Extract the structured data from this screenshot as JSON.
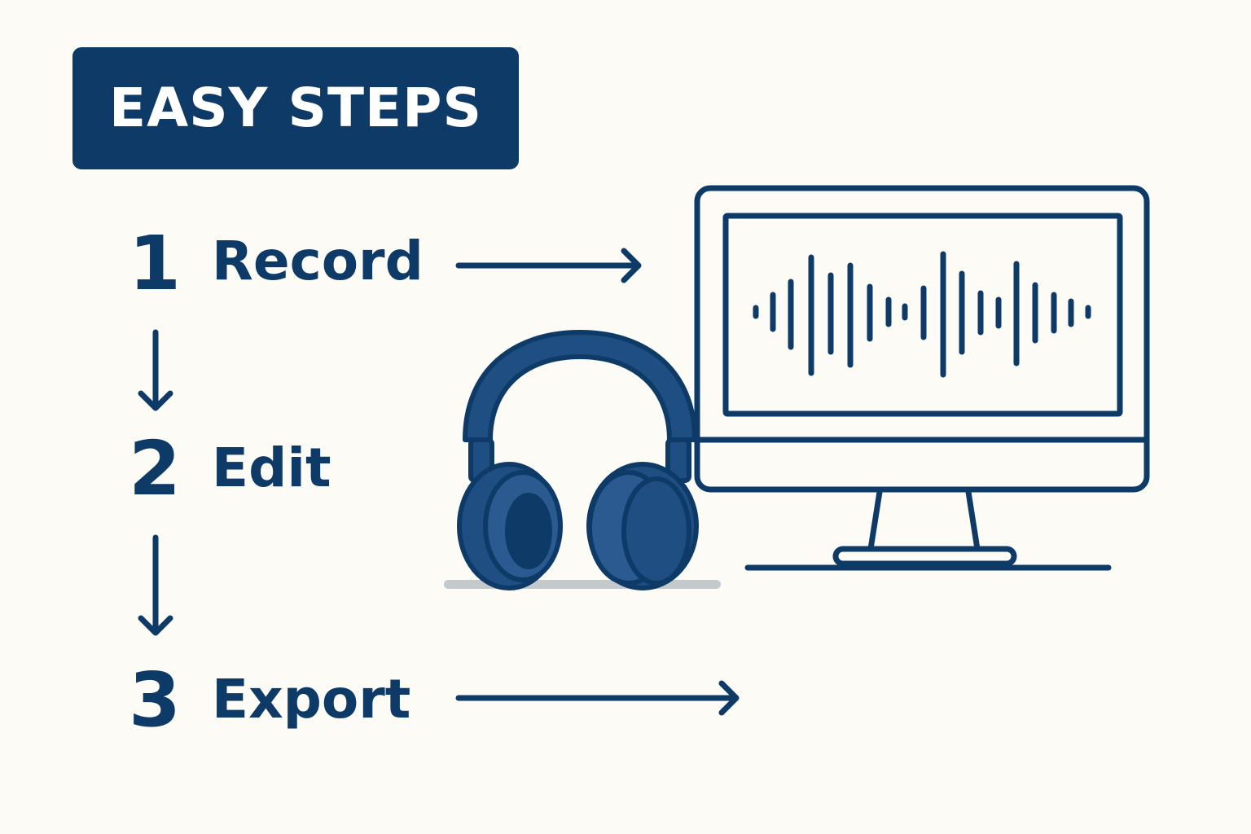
{
  "title": "EASY STEPS",
  "steps": [
    {
      "number": "1",
      "label": "Record"
    },
    {
      "number": "2",
      "label": "Edit"
    },
    {
      "number": "3",
      "label": "Export"
    }
  ],
  "icons": [
    "headphones-icon",
    "monitor-icon",
    "waveform-icon",
    "arrow-right-icon",
    "arrow-down-icon"
  ],
  "colors": {
    "primary": "#0e3a67",
    "headphone_fill": "#1f4e82",
    "background": "#fcfbf6",
    "shadow": "#c4c9cc"
  }
}
